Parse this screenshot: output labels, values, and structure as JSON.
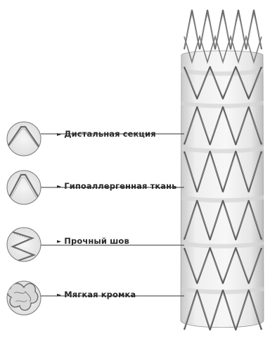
{
  "labels": [
    {
      "bullet": "►",
      "text": "Дистальная секция"
    },
    {
      "bullet": "►",
      "text": "Гипоаллергенная ткань"
    },
    {
      "bullet": "►",
      "text": "Прочный шов"
    },
    {
      "bullet": "►",
      "text": "Мягкая кромка"
    }
  ],
  "colors": {
    "fabric": "#ececec",
    "fabric_shadow": "#cfcfcf",
    "wire": "#5a5a5a",
    "line": "#333333",
    "text": "#2a2a2a"
  }
}
